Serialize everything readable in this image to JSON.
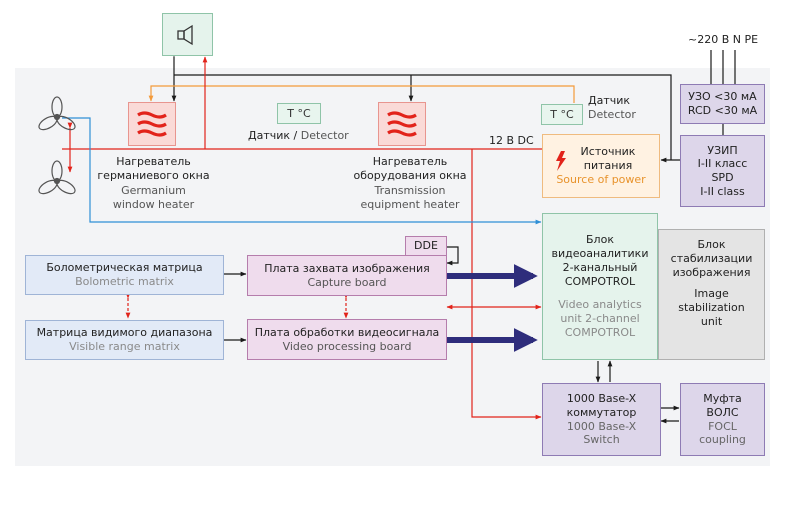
{
  "power_input": {
    "label": "~220 В N PE"
  },
  "uzo": {
    "line1": "УЗО <30 мА",
    "line2": "RCD <30 мА"
  },
  "uzip": {
    "line1": "УЗИП",
    "line2": "I-II класс",
    "line3": "SPD",
    "line4": "I-II class"
  },
  "power_source": {
    "ru": "Источник питания",
    "en": "Source of power"
  },
  "voltage_label": "12 В DC",
  "sensor_right": {
    "box": "T °C",
    "ru": "Датчик",
    "en": "Detector"
  },
  "sensor_mid": {
    "box": "T °C",
    "ru": "Датчик",
    "sep": "/",
    "en": "Detector"
  },
  "germanium_heater": {
    "ru1": "Нагреватель",
    "ru2": "германиевого окна",
    "en1": "Germanium",
    "en2": "window heater"
  },
  "equipment_heater": {
    "ru1": "Нагреватель",
    "ru2": "оборудования окна",
    "en1": "Transmission",
    "en2": "equipment heater"
  },
  "dde": {
    "label": "DDE"
  },
  "bolometric": {
    "ru": "Болометрическая матрица",
    "en": "Bolometric matrix"
  },
  "visible": {
    "ru": "Матрица видимого диапазона",
    "en": "Visible range matrix"
  },
  "capture": {
    "ru": "Плата захвата изображения",
    "en": "Capture board"
  },
  "processing": {
    "ru": "Плата обработки видеосигнала",
    "en": "Video processing board"
  },
  "analytics": {
    "ru1": "Блок",
    "ru2": "видеоаналитики",
    "ru3": "2-канальный",
    "ru4": "COMPOTROL",
    "en1": "Video analytics",
    "en2": "unit 2-channel",
    "en3": "COMPOTROL"
  },
  "stabilization": {
    "ru1": "Блок",
    "ru2": "стабилизации",
    "ru3": "изображения",
    "en1": "Image",
    "en2": "stabilization",
    "en3": "unit"
  },
  "switch": {
    "ru1": "1000 Base-X",
    "ru2": "коммутатор",
    "en1": "1000 Base-X",
    "en2": "Switch"
  },
  "focl": {
    "ru1": "Муфта",
    "ru2": "ВОЛС",
    "en1": "FOCL",
    "en2": "coupling"
  },
  "colors": {
    "red": "#e2231a",
    "black": "#1a1a1a",
    "blue": "#2f8fd6",
    "orange": "#f39a3a",
    "navy": "#2e2d7c"
  }
}
